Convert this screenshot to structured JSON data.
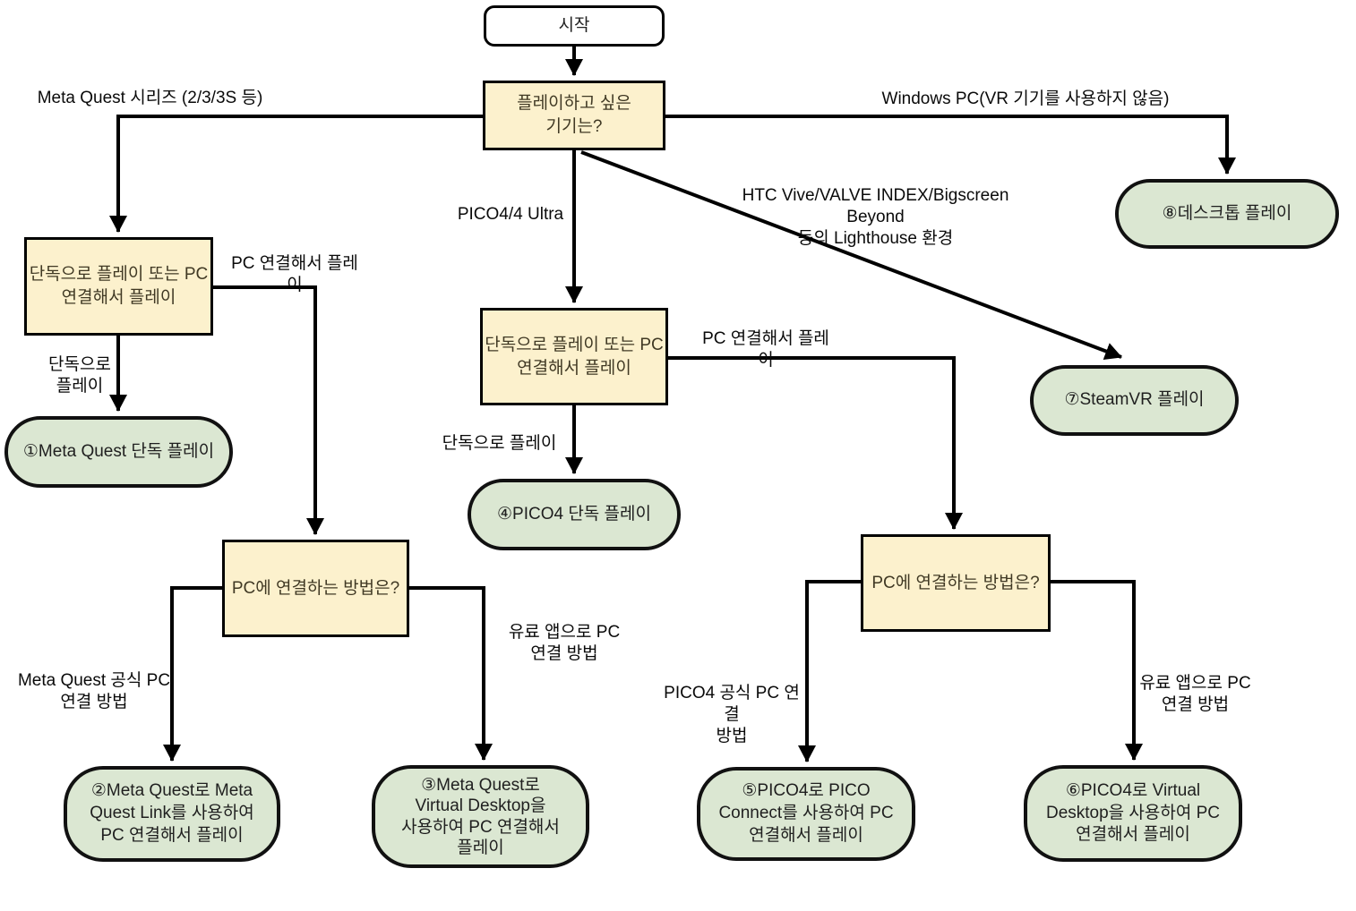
{
  "diagram": {
    "colors": {
      "question_fill": "#fcf1cd",
      "result_fill": "#dbe7d2",
      "start_fill": "#ffffff",
      "line": "#000000"
    },
    "nodes": {
      "start": {
        "label": "시작"
      },
      "device_question": {
        "label": "플레이하고 싶은\n기기는?"
      },
      "meta_standalone_question": {
        "label": "단독으로 플레이 또는 PC\n연결해서 플레이"
      },
      "pico_standalone_question": {
        "label": "단독으로 플레이 또는 PC\n연결해서 플레이"
      },
      "meta_pc_method_question": {
        "label": "PC에 연결하는 방법은?"
      },
      "pico_pc_method_question": {
        "label": "PC에 연결하는 방법은?"
      },
      "result1": {
        "label": "①Meta Quest 단독 플레이"
      },
      "result2": {
        "label": "②Meta Quest로 Meta\nQuest Link를 사용하여\nPC 연결해서 플레이"
      },
      "result3": {
        "label": "③Meta Quest로\nVirtual Desktop을\n사용하여 PC 연결해서\n플레이"
      },
      "result4": {
        "label": "④PICO4 단독 플레이"
      },
      "result5": {
        "label": "⑤PICO4로 PICO\nConnect를 사용하여 PC\n연결해서 플레이"
      },
      "result6": {
        "label": "⑥PICO4로 Virtual\nDesktop을 사용하여 PC\n연결해서 플레이"
      },
      "result7": {
        "label": "⑦SteamVR 플레이"
      },
      "result8": {
        "label": "⑧데스크톱 플레이"
      }
    },
    "edge_labels": {
      "meta_quest_series": "Meta Quest 시리즈 (2/3/3S 등)",
      "windows_pc": "Windows PC(VR 기기를 사용하지 않음)",
      "pico4": "PICO4/4 Ultra",
      "lighthouse": "HTC Vive/VALVE INDEX/Bigscreen Beyond\n등의 Lighthouse 환경",
      "pc_connect_meta": "PC 연결해서 플레이",
      "pc_connect_pico": "PC 연결해서 플레이",
      "standalone_meta": "단독으로\n플레이",
      "standalone_pico": "단독으로 플레이",
      "meta_official": "Meta Quest 공식 PC\n연결 방법",
      "paid_app_meta": "유료 앱으로 PC\n연결 방법",
      "pico_official": "PICO4 공식 PC 연결\n방법",
      "paid_app_pico": "유료 앱으로 PC\n연결 방법"
    }
  }
}
